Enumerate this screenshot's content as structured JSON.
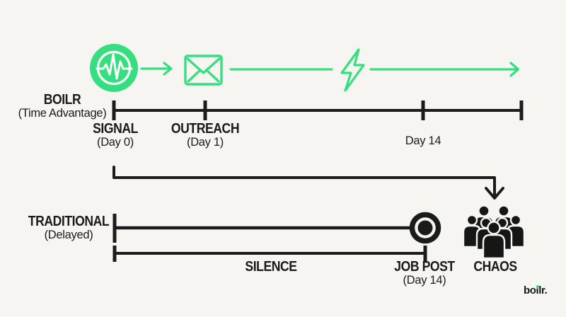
{
  "meta": {
    "description": "Timeline infographic comparing BOILR early-signal hiring outreach vs traditional delayed hiring",
    "colors": {
      "background": "#f7f5f2",
      "accent_green": "#35df80",
      "ink_black": "#1b1b1b"
    }
  },
  "top": {
    "track_label": "BOILR",
    "track_sublabel": "(Time Advantage)",
    "signal_label": "SIGNAL",
    "signal_sublabel": "(Day 0)",
    "outreach_label": "OUTREACH",
    "outreach_sublabel": "(Day 1)",
    "day14_label": "Day 14",
    "icons": [
      "pulse-signal-icon",
      "arrow-right-icon",
      "envelope-icon",
      "lightning-bolt-icon",
      "arrow-right-icon"
    ]
  },
  "bottom": {
    "track_label": "TRADITIONAL",
    "track_sublabel": "(Delayed)",
    "silence_label": "SILENCE",
    "jobpost_label": "JOB POST",
    "jobpost_sublabel": "(Day 14)",
    "chaos_label": "CHAOS",
    "icons": [
      "target-dot-icon",
      "crowd-icon",
      "down-arrow-icon"
    ]
  },
  "logo": {
    "text": "boilr."
  }
}
